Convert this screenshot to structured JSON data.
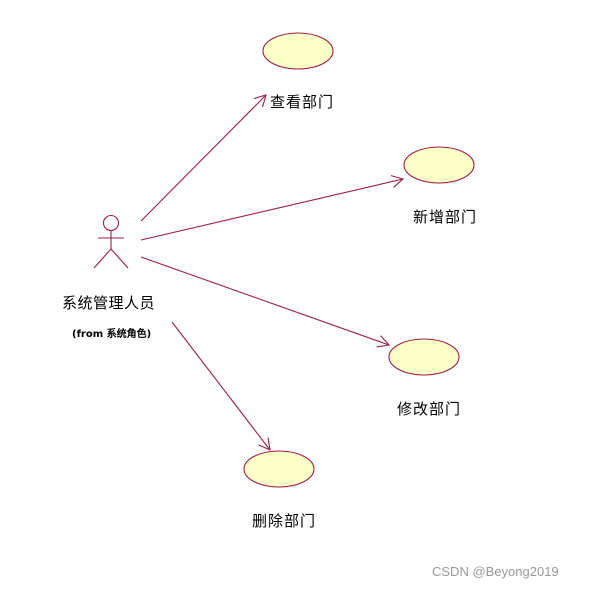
{
  "actor": {
    "name": "系统管理人员",
    "origin": "(from 系统角色)"
  },
  "use_cases": [
    {
      "id": "view",
      "label": "查看部门"
    },
    {
      "id": "add",
      "label": "新增部门"
    },
    {
      "id": "edit",
      "label": "修改部门"
    },
    {
      "id": "delete",
      "label": "删除部门"
    }
  ],
  "colors": {
    "line": "#9b1d4a",
    "usecase_fill": "#ffffc8",
    "usecase_stroke": "#9b1d4a",
    "actor_stroke": "#9b1d4a"
  },
  "watermark": "CSDN @Beyong2019"
}
